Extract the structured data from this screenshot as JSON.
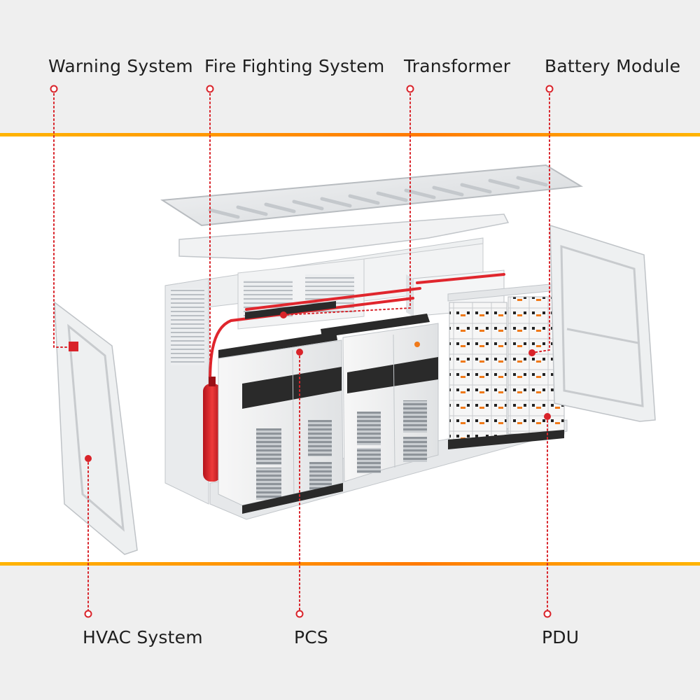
{
  "labels": {
    "warning": "Warning System",
    "fire": "Fire Fighting System",
    "transformer": "Transformer",
    "battery": "Battery Module",
    "hvac": "HVAC System",
    "pcs": "PCS",
    "pdu": "PDU"
  },
  "colors": {
    "band": "#efefef",
    "stripe_start": "#ffb400",
    "stripe_end": "#ff7a00",
    "callout": "#d9232a",
    "steel": "#e4e6e8",
    "steel_dark": "#c2c6ca",
    "panel_black": "#2a2a2a",
    "terminal_orange": "#f07a1a"
  },
  "icons": {
    "callout_marker": "circle-marker-icon",
    "brand_logo": "sungrow-logo-icon"
  }
}
